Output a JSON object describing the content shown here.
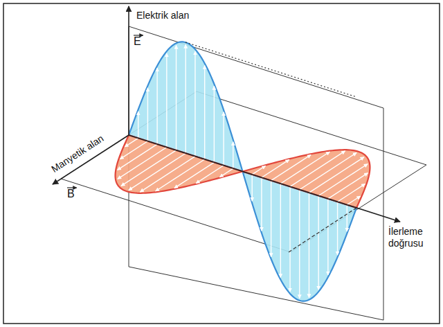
{
  "diagram": {
    "labels": [
      "Elektrik alan",
      "E",
      "Manyetik alan",
      "B",
      "İlerleme doğrusu"
    ]
  }
}
